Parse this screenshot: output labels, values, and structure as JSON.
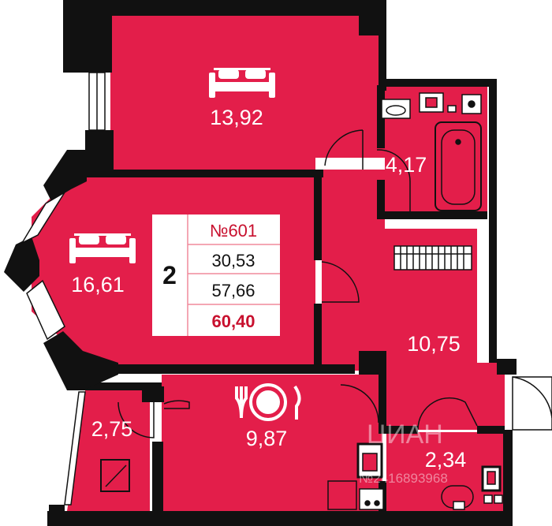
{
  "apartment": {
    "number": "№601",
    "rooms": "2",
    "living_area": "30,53",
    "total_area": "57,66",
    "total_with_balcony": "60,40"
  },
  "rooms": {
    "bedroom_top": {
      "area": "13,92",
      "icon": "bed-icon"
    },
    "bedroom_left": {
      "area": "16,61",
      "icon": "bed-icon"
    },
    "bathroom": {
      "area": "4,17",
      "icon": "bathtub-icon"
    },
    "hall": {
      "area": "10,75"
    },
    "kitchen": {
      "area": "9,87",
      "icon": "plate-fork-knife-icon"
    },
    "balcony": {
      "area": "2,75"
    },
    "wc": {
      "area": "2,34",
      "icon": "toilet-icon"
    }
  },
  "watermark": {
    "text": "ЦИАН",
    "id": "№2416893968"
  },
  "colors": {
    "room_fill": "#e31e4a",
    "wall": "#111111",
    "text": "#ffffff",
    "card_bg": "#ffffff",
    "card_accent": "#c8102e",
    "card_border": "#f08a9c"
  }
}
